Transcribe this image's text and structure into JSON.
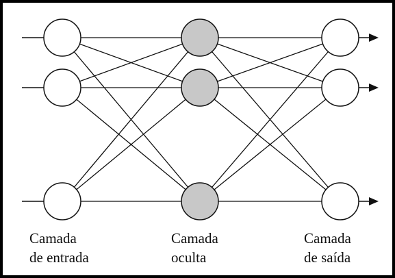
{
  "colors": {
    "border": "#000000",
    "line": "#111111",
    "node_fill_open": "#ffffff",
    "node_fill_hidden": "#c8c8c8",
    "node_stroke": "#111111"
  },
  "layers": [
    {
      "id": "input",
      "label_line1": "Camada",
      "label_line2": "de entrada",
      "filled": false,
      "nodes": 3
    },
    {
      "id": "hidden",
      "label_line1": "Camada",
      "label_line2": "oculta",
      "filled": true,
      "nodes": 3
    },
    {
      "id": "output",
      "label_line1": "Camada",
      "label_line2": "de saída",
      "filled": false,
      "nodes": 3
    }
  ]
}
